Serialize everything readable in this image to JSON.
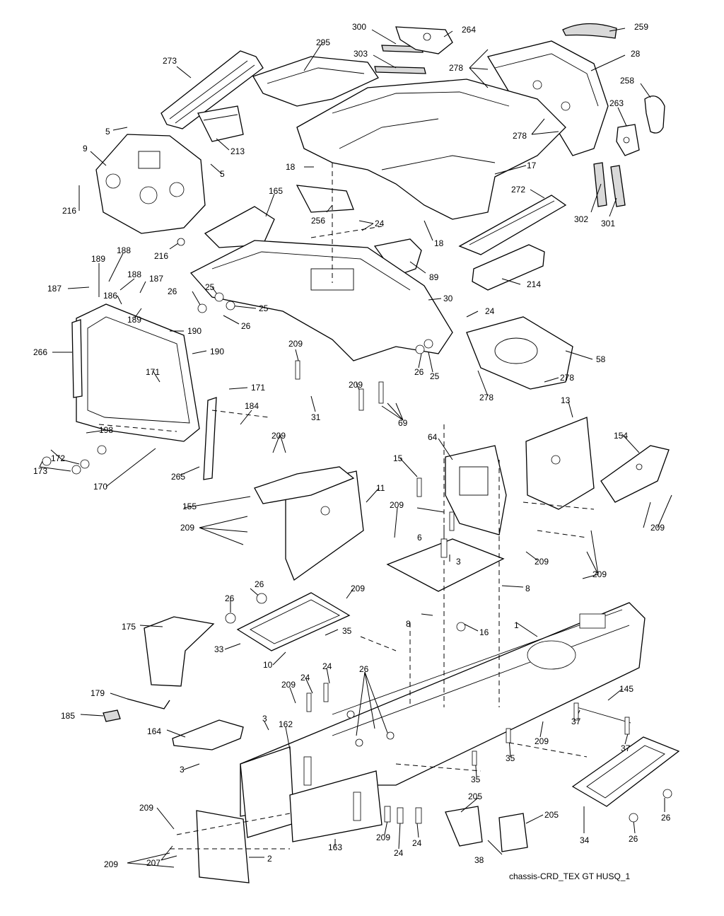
{
  "figure": {
    "footer_label": "chassis-CRD_TEX GT HUSQ_1"
  },
  "callouts": [
    {
      "id": "c300",
      "text": "300"
    },
    {
      "id": "c264",
      "text": "264"
    },
    {
      "id": "c259",
      "text": "259"
    },
    {
      "id": "c295",
      "text": "295"
    },
    {
      "id": "c303",
      "text": "303"
    },
    {
      "id": "c278a",
      "text": "278"
    },
    {
      "id": "c28",
      "text": "28"
    },
    {
      "id": "c273",
      "text": "273"
    },
    {
      "id": "c258",
      "text": "258"
    },
    {
      "id": "c263",
      "text": "263"
    },
    {
      "id": "c278b",
      "text": "278"
    },
    {
      "id": "c5a",
      "text": "5"
    },
    {
      "id": "c213",
      "text": "213"
    },
    {
      "id": "c9",
      "text": "9"
    },
    {
      "id": "c18a",
      "text": "18"
    },
    {
      "id": "c17",
      "text": "17"
    },
    {
      "id": "c5b",
      "text": "5"
    },
    {
      "id": "c216a",
      "text": "216"
    },
    {
      "id": "c165",
      "text": "165"
    },
    {
      "id": "c272",
      "text": "272"
    },
    {
      "id": "c256",
      "text": "256"
    },
    {
      "id": "c24a",
      "text": "24"
    },
    {
      "id": "c302",
      "text": "302"
    },
    {
      "id": "c301",
      "text": "301"
    },
    {
      "id": "c216b",
      "text": "216"
    },
    {
      "id": "c18b",
      "text": "18"
    },
    {
      "id": "c189a",
      "text": "189"
    },
    {
      "id": "c188a",
      "text": "188"
    },
    {
      "id": "c89",
      "text": "89"
    },
    {
      "id": "c187a",
      "text": "187"
    },
    {
      "id": "c188b",
      "text": "188"
    },
    {
      "id": "c187b",
      "text": "187"
    },
    {
      "id": "c214",
      "text": "214"
    },
    {
      "id": "c186",
      "text": "186"
    },
    {
      "id": "c25a",
      "text": "25"
    },
    {
      "id": "c26a",
      "text": "26"
    },
    {
      "id": "c25b",
      "text": "25"
    },
    {
      "id": "c30",
      "text": "30"
    },
    {
      "id": "c189b",
      "text": "189"
    },
    {
      "id": "c24b",
      "text": "24"
    },
    {
      "id": "c26b",
      "text": "26"
    },
    {
      "id": "c190a",
      "text": "190"
    },
    {
      "id": "c209a",
      "text": "209"
    },
    {
      "id": "c266",
      "text": "266"
    },
    {
      "id": "c190b",
      "text": "190"
    },
    {
      "id": "c58",
      "text": "58"
    },
    {
      "id": "c26c",
      "text": "26"
    },
    {
      "id": "c25c",
      "text": "25"
    },
    {
      "id": "c171a",
      "text": "171"
    },
    {
      "id": "c278c",
      "text": "278"
    },
    {
      "id": "c209b",
      "text": "209"
    },
    {
      "id": "c171b",
      "text": "171"
    },
    {
      "id": "c278d",
      "text": "278"
    },
    {
      "id": "c31",
      "text": "31"
    },
    {
      "id": "c69",
      "text": "69"
    },
    {
      "id": "c184",
      "text": "184"
    },
    {
      "id": "c13",
      "text": "13"
    },
    {
      "id": "c64",
      "text": "64"
    },
    {
      "id": "c198",
      "text": "198"
    },
    {
      "id": "c209c",
      "text": "209"
    },
    {
      "id": "c15",
      "text": "15"
    },
    {
      "id": "c154",
      "text": "154"
    },
    {
      "id": "c172",
      "text": "172"
    },
    {
      "id": "c173",
      "text": "173"
    },
    {
      "id": "c265",
      "text": "265"
    },
    {
      "id": "c170",
      "text": "170"
    },
    {
      "id": "c11",
      "text": "11"
    },
    {
      "id": "c155",
      "text": "155"
    },
    {
      "id": "c209d",
      "text": "209"
    },
    {
      "id": "c6",
      "text": "6"
    },
    {
      "id": "c209e",
      "text": "209"
    },
    {
      "id": "c209f",
      "text": "209"
    },
    {
      "id": "c3a",
      "text": "3"
    },
    {
      "id": "c209g",
      "text": "209"
    },
    {
      "id": "c209h",
      "text": "209"
    },
    {
      "id": "c26d",
      "text": "26"
    },
    {
      "id": "c8a",
      "text": "8"
    },
    {
      "id": "c209i",
      "text": "209"
    },
    {
      "id": "c26e",
      "text": "26"
    },
    {
      "id": "c8b",
      "text": "8"
    },
    {
      "id": "c16",
      "text": "16"
    },
    {
      "id": "c175",
      "text": "175"
    },
    {
      "id": "c35a",
      "text": "35"
    },
    {
      "id": "c1",
      "text": "1"
    },
    {
      "id": "c33",
      "text": "33"
    },
    {
      "id": "c10",
      "text": "10"
    },
    {
      "id": "c24c",
      "text": "24"
    },
    {
      "id": "c26f",
      "text": "26"
    },
    {
      "id": "c24d",
      "text": "24"
    },
    {
      "id": "c209j",
      "text": "209"
    },
    {
      "id": "c179",
      "text": "179"
    },
    {
      "id": "c145",
      "text": "145"
    },
    {
      "id": "c185",
      "text": "185"
    },
    {
      "id": "c164",
      "text": "164"
    },
    {
      "id": "c3b",
      "text": "3"
    },
    {
      "id": "c162",
      "text": "162"
    },
    {
      "id": "c37a",
      "text": "37"
    },
    {
      "id": "c209k",
      "text": "209"
    },
    {
      "id": "c37b",
      "text": "37"
    },
    {
      "id": "c3c",
      "text": "3"
    },
    {
      "id": "c35b",
      "text": "35"
    },
    {
      "id": "c35c",
      "text": "35"
    },
    {
      "id": "c205a",
      "text": "205"
    },
    {
      "id": "c205b",
      "text": "205"
    },
    {
      "id": "c209l",
      "text": "209"
    },
    {
      "id": "c26g",
      "text": "26"
    },
    {
      "id": "c26h",
      "text": "26"
    },
    {
      "id": "c34",
      "text": "34"
    },
    {
      "id": "c163",
      "text": "163"
    },
    {
      "id": "c209m",
      "text": "209"
    },
    {
      "id": "c24e",
      "text": "24"
    },
    {
      "id": "c24f",
      "text": "24"
    },
    {
      "id": "c207",
      "text": "207"
    },
    {
      "id": "c2",
      "text": "2"
    },
    {
      "id": "c209n",
      "text": "209"
    },
    {
      "id": "c38",
      "text": "38"
    }
  ]
}
